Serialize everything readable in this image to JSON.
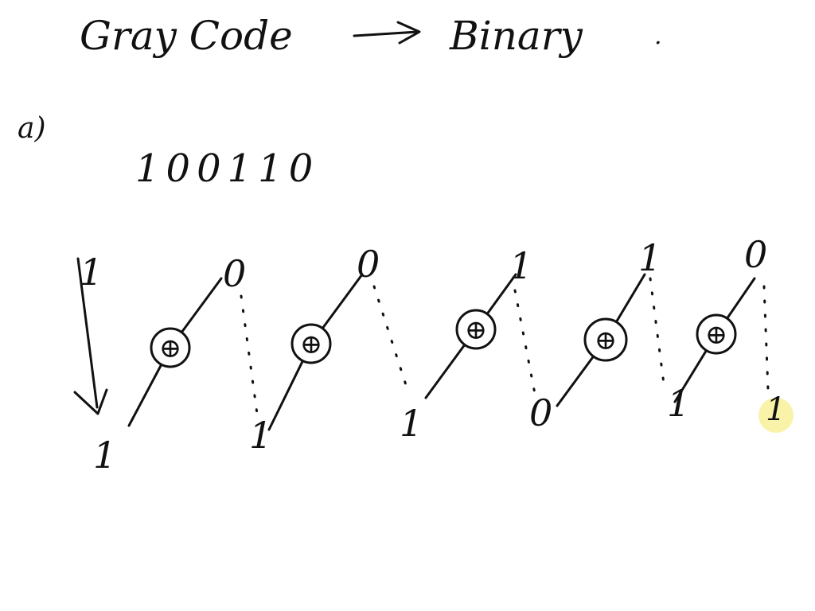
{
  "title": {
    "left": "Gray Code",
    "right": "Binary",
    "period": "."
  },
  "part_label": "a)",
  "gray_input": "100110",
  "xor_symbol": "⊕",
  "gray_bits": [
    "1",
    "0",
    "0",
    "1",
    "1",
    "0"
  ],
  "binary_bits": [
    "1",
    "1",
    "1",
    "0",
    "1",
    "1"
  ],
  "colors": {
    "ink": "#111111",
    "cursor_highlight": "#f7f19a"
  }
}
